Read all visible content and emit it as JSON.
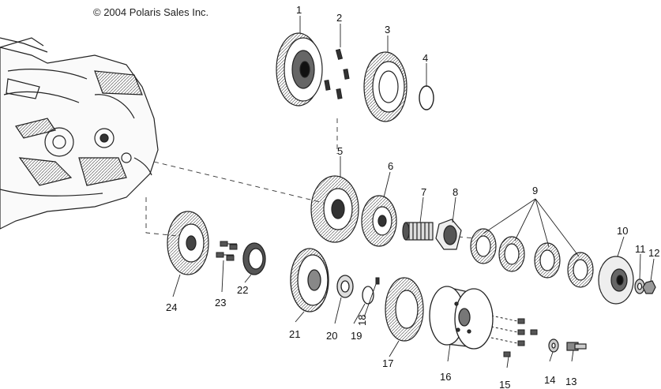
{
  "copyright": "© 2004 Polaris Sales Inc.",
  "callouts": {
    "n1": "1",
    "n2": "2",
    "n3": "3",
    "n4": "4",
    "n5": "5",
    "n6": "6",
    "n7": "7",
    "n8": "8",
    "n9": "9",
    "n10": "10",
    "n11": "11",
    "n12": "12",
    "n13": "13",
    "n14": "14",
    "n15": "15",
    "n16": "16",
    "n17": "17",
    "n18": "18",
    "n19": "19",
    "n20": "20",
    "n21": "21",
    "n22": "22",
    "n23": "23",
    "n24": "24"
  }
}
